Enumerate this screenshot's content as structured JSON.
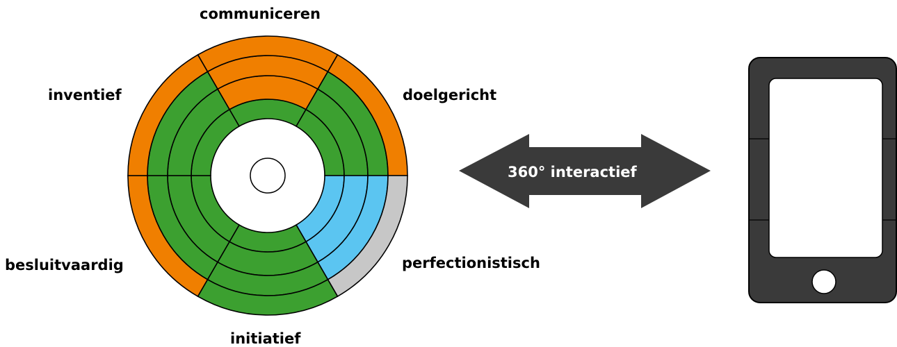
{
  "labels": {
    "top": "communiceren",
    "top_right": "doelgericht",
    "bottom_right": "perfectionistisch",
    "bottom": "initiatief",
    "bottom_left": "besluitvaardig",
    "top_left": "inventief"
  },
  "arrow_text": "360° interactief",
  "wheel": {
    "segments": [
      "communiceren",
      "doelgericht",
      "perfectionistisch",
      "initiatief",
      "besluitvaardig",
      "inventief"
    ],
    "ring_colors": [
      [
        "green",
        "orange",
        "orange",
        "orange"
      ],
      [
        "green",
        "green",
        "green",
        "orange"
      ],
      [
        "blue",
        "blue",
        "blue",
        "gray"
      ],
      [
        "green",
        "green",
        "green",
        "green"
      ],
      [
        "green",
        "green",
        "green",
        "orange"
      ],
      [
        "green",
        "green",
        "green",
        "orange"
      ]
    ]
  },
  "colors": {
    "orange": "#f07f00",
    "green": "#3ca030",
    "blue": "#5bc5f1",
    "gray": "#c7c7c7",
    "dark": "#3a3a3a",
    "outline": "#000000"
  },
  "icons": [
    "double-arrow-icon",
    "smartphone-icon"
  ]
}
